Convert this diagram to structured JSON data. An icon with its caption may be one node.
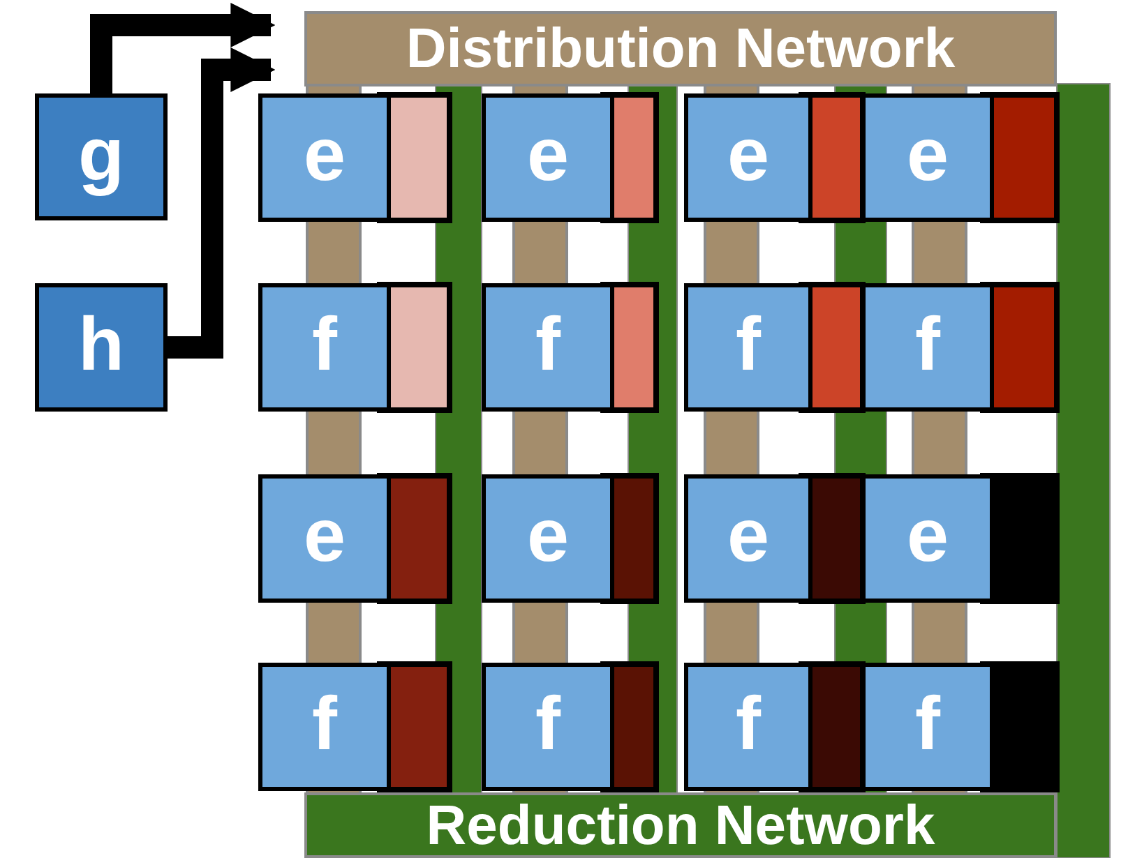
{
  "diagram": {
    "nodes": [
      {
        "text": [
          "Distribution Network"
        ]
      },
      {
        "text": [
          "Reduction Network"
        ]
      },
      {
        "text": [
          "g"
        ]
      },
      {
        "text": [
          "h"
        ]
      },
      {
        "text": [
          "e"
        ]
      },
      {
        "text": [
          "e"
        ]
      },
      {
        "text": [
          "e"
        ]
      },
      {
        "text": [
          "e"
        ]
      },
      {
        "text": [
          "f"
        ]
      },
      {
        "text": [
          "f"
        ]
      },
      {
        "text": [
          "f"
        ]
      },
      {
        "text": [
          "f"
        ]
      },
      {
        "text": [
          "e"
        ]
      },
      {
        "text": [
          "e"
        ]
      },
      {
        "text": [
          "e"
        ]
      },
      {
        "text": [
          "e"
        ]
      },
      {
        "text": [
          "f"
        ]
      },
      {
        "text": [
          "f"
        ]
      },
      {
        "text": [
          "f"
        ]
      },
      {
        "text": [
          "f"
        ]
      }
    ],
    "edges": [
      {
        "from": 2,
        "to": 0,
        "arrow": "to"
      },
      {
        "from": 3,
        "to": 0,
        "arrow": "to"
      }
    ]
  }
}
